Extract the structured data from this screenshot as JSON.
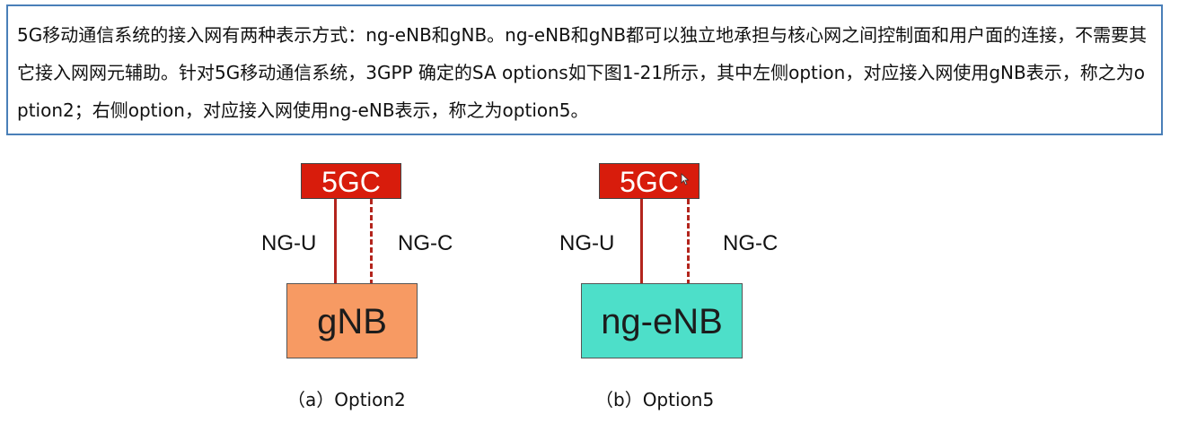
{
  "paragraph": {
    "text": "5G移动通信系统的接入网有两种表示方式：ng-eNB和gNB。ng-eNB和gNB都可以独立地承担与核心网之间控制面和用户面的连接，不需要其它接入网网元辅助。针对5G移动通信系统，3GPP 确定的SA options如下图1-21所示，其中左侧option，对应接入网使用gNB表示，称之为option2；右侧option，对应接入网使用ng-eNB表示，称之为option5。"
  },
  "diagram": {
    "option2": {
      "core_label": "5GC",
      "node_label": "gNB",
      "user_plane_label": "NG-U",
      "control_plane_label": "NG-C",
      "caption": "（a）Option2"
    },
    "option5": {
      "core_label": "5GC",
      "node_label": "ng-eNB",
      "user_plane_label": "NG-U",
      "control_plane_label": "NG-C",
      "caption": "（b）Option5"
    }
  },
  "colors": {
    "core_fill": "#d81c0c",
    "gnb_fill": "#f79a63",
    "ngenb_fill": "#4ddfc9",
    "link": "#b3251d",
    "frame_border": "#4a7fb8"
  }
}
